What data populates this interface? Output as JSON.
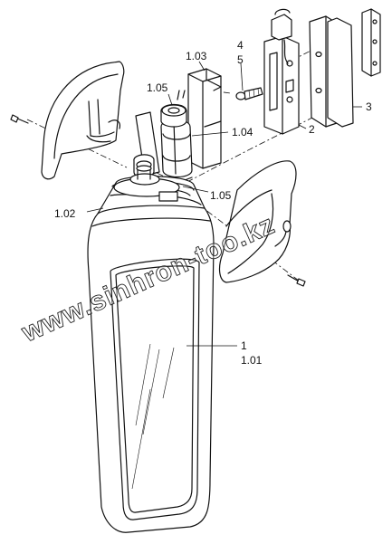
{
  "callouts": {
    "c103": "1.03",
    "c4": "4",
    "c5": "5",
    "c105a": "1.05",
    "c104": "1.04",
    "c2": "2",
    "c3": "3",
    "c105b": "1.05",
    "c102": "1.02",
    "c1": "1",
    "c101": "1.01"
  },
  "watermark": "www.sinhron-too.kz",
  "colors": {
    "line": "#111111",
    "background": "#ffffff"
  }
}
